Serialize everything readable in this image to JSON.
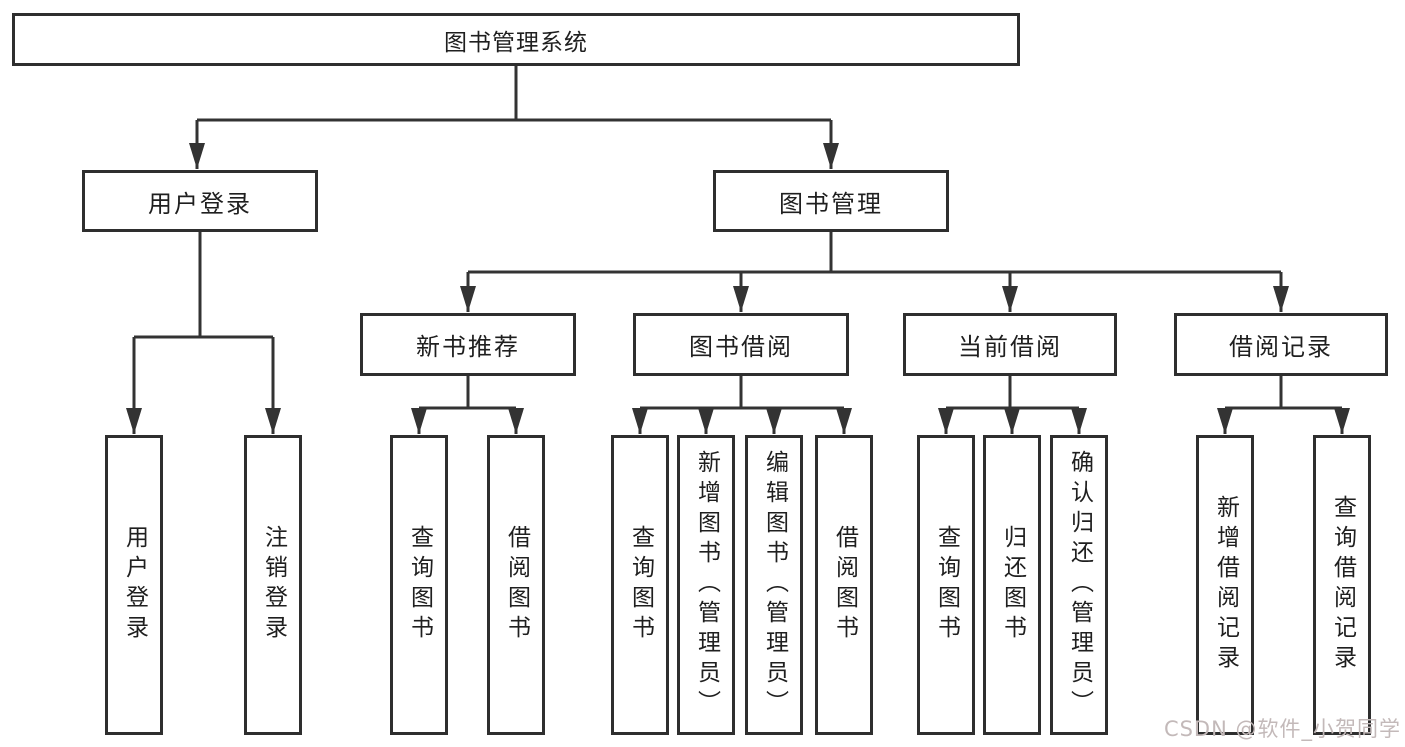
{
  "diagram": {
    "title": "图书管理系统",
    "root": {
      "label": "图书管理系统"
    },
    "level2": [
      {
        "id": "user-login",
        "label": "用户登录"
      },
      {
        "id": "book-management",
        "label": "图书管理"
      }
    ],
    "level3": [
      {
        "id": "new-book-recommendation",
        "label": "新书推荐",
        "parent": "book-management"
      },
      {
        "id": "book-borrowing",
        "label": "图书借阅",
        "parent": "book-management"
      },
      {
        "id": "current-borrowing",
        "label": "当前借阅",
        "parent": "book-management"
      },
      {
        "id": "borrowing-records",
        "label": "借阅记录",
        "parent": "book-management"
      }
    ],
    "leaves": [
      {
        "label": "用户登录",
        "parent": "user-login"
      },
      {
        "label": "注销登录",
        "parent": "user-login"
      },
      {
        "label": "查询图书",
        "parent": "new-book-recommendation"
      },
      {
        "label": "借阅图书",
        "parent": "new-book-recommendation"
      },
      {
        "label": "查询图书",
        "parent": "book-borrowing"
      },
      {
        "label": "新增图书（管理员）",
        "parent": "book-borrowing"
      },
      {
        "label": "编辑图书（管理员）",
        "parent": "book-borrowing"
      },
      {
        "label": "借阅图书",
        "parent": "book-borrowing"
      },
      {
        "label": "查询图书",
        "parent": "current-borrowing"
      },
      {
        "label": "归还图书",
        "parent": "current-borrowing"
      },
      {
        "label": "确认归还（管理员）",
        "parent": "current-borrowing"
      },
      {
        "label": "新增借阅记录",
        "parent": "borrowing-records"
      },
      {
        "label": "查询借阅记录",
        "parent": "borrowing-records"
      }
    ]
  },
  "watermark": {
    "text": "CSDN @软件_小贺同学",
    "color": "#c3b9b9"
  },
  "colors": {
    "line": "#333333",
    "box_border": "#2e2e2e",
    "box_fill": "#ffffff",
    "text": "#1f1f1f",
    "background": "#ffffff"
  }
}
